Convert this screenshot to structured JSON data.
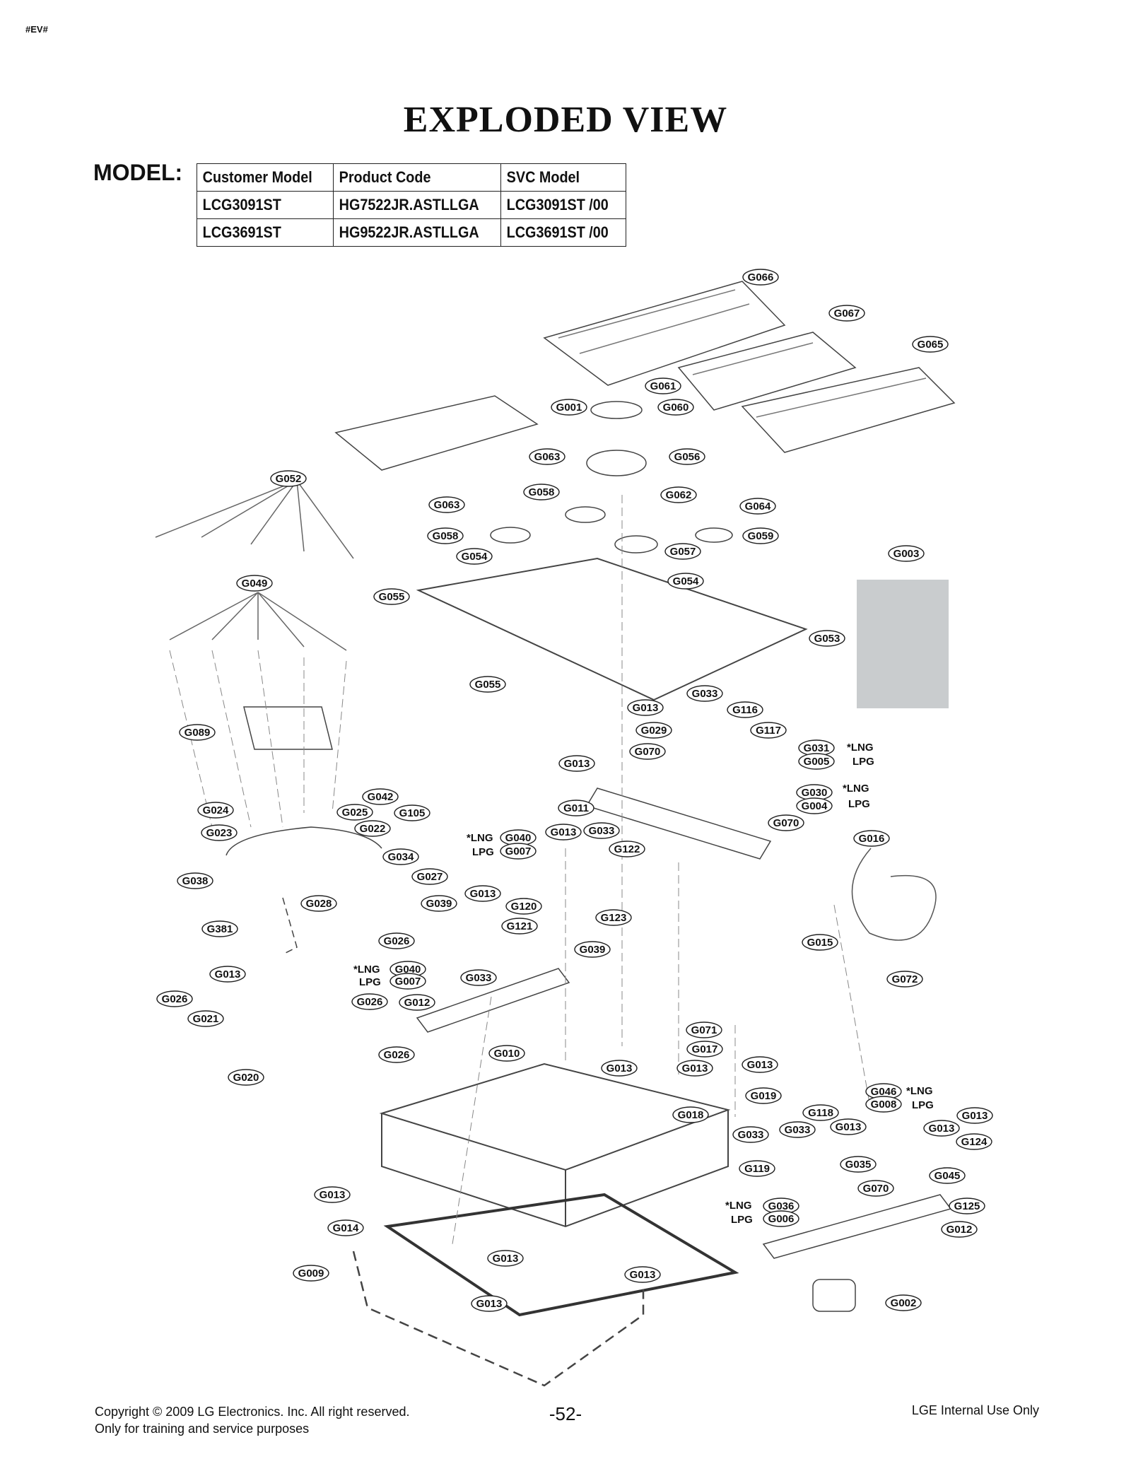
{
  "doc_tag": "#EV#",
  "title": "EXPLODED VIEW",
  "model_label": "MODEL:",
  "model_table": {
    "headers": [
      "Customer Model",
      "Product Code",
      "SVC Model"
    ],
    "rows": [
      [
        "LCG3091ST",
        "HG7522JR.ASTLLGA",
        "LCG3091ST /00"
      ],
      [
        "LCG3691ST",
        "HG9522JR.ASTLLGA",
        "LCG3691ST /00"
      ]
    ]
  },
  "callouts": [
    {
      "id": "c001",
      "label": "G066"
    },
    {
      "id": "c002",
      "label": "G067"
    },
    {
      "id": "c003",
      "label": "G065"
    },
    {
      "id": "c004",
      "label": "G061"
    },
    {
      "id": "c005",
      "label": "G001"
    },
    {
      "id": "c006",
      "label": "G060"
    },
    {
      "id": "c007",
      "label": "G056"
    },
    {
      "id": "c008",
      "label": "G063"
    },
    {
      "id": "c009",
      "label": "G058"
    },
    {
      "id": "c010",
      "label": "G062"
    },
    {
      "id": "c011",
      "label": "G063"
    },
    {
      "id": "c012",
      "label": "G064"
    },
    {
      "id": "c013",
      "label": "G058"
    },
    {
      "id": "c014",
      "label": "G059"
    },
    {
      "id": "c015",
      "label": "G057"
    },
    {
      "id": "c016",
      "label": "G054"
    },
    {
      "id": "c017",
      "label": "G054"
    },
    {
      "id": "c018",
      "label": "G003"
    },
    {
      "id": "c019",
      "label": "G052"
    },
    {
      "id": "c020",
      "label": "G049"
    },
    {
      "id": "c021",
      "label": "G055"
    },
    {
      "id": "c022",
      "label": "G053"
    },
    {
      "id": "c023",
      "label": "G055"
    },
    {
      "id": "c024",
      "label": "G013"
    },
    {
      "id": "c025",
      "label": "G033"
    },
    {
      "id": "c026",
      "label": "G116"
    },
    {
      "id": "c027",
      "label": "G029"
    },
    {
      "id": "c028",
      "label": "G117"
    },
    {
      "id": "c029",
      "label": "G089"
    },
    {
      "id": "c030",
      "label": "G070"
    },
    {
      "id": "c031",
      "label": "G031"
    },
    {
      "id": "c032",
      "label": "G005"
    },
    {
      "id": "c033",
      "label": "G013"
    },
    {
      "id": "c034",
      "label": "G030"
    },
    {
      "id": "c035",
      "label": "G004"
    },
    {
      "id": "c036",
      "label": "G042"
    },
    {
      "id": "c037",
      "label": "G011"
    },
    {
      "id": "c038",
      "label": "G024"
    },
    {
      "id": "c039",
      "label": "G025"
    },
    {
      "id": "c040",
      "label": "G070"
    },
    {
      "id": "c041",
      "label": "G105"
    },
    {
      "id": "c042",
      "label": "G022"
    },
    {
      "id": "c043",
      "label": "G023"
    },
    {
      "id": "c044",
      "label": "G040"
    },
    {
      "id": "c045",
      "label": "G007"
    },
    {
      "id": "c046",
      "label": "G013"
    },
    {
      "id": "c047",
      "label": "G033"
    },
    {
      "id": "c048",
      "label": "G016"
    },
    {
      "id": "c049",
      "label": "G122"
    },
    {
      "id": "c050",
      "label": "G034"
    },
    {
      "id": "c051",
      "label": "G038"
    },
    {
      "id": "c052",
      "label": "G027"
    },
    {
      "id": "c053",
      "label": "G013"
    },
    {
      "id": "c054",
      "label": "G028"
    },
    {
      "id": "c055",
      "label": "G039"
    },
    {
      "id": "c056",
      "label": "G120"
    },
    {
      "id": "c057",
      "label": "G123"
    },
    {
      "id": "c058",
      "label": "G381"
    },
    {
      "id": "c059",
      "label": "G121"
    },
    {
      "id": "c060",
      "label": "G015"
    },
    {
      "id": "c061",
      "label": "G026"
    },
    {
      "id": "c062",
      "label": "G039"
    },
    {
      "id": "c063",
      "label": "G040"
    },
    {
      "id": "c064",
      "label": "G007"
    },
    {
      "id": "c065",
      "label": "G013"
    },
    {
      "id": "c066",
      "label": "G033"
    },
    {
      "id": "c067",
      "label": "G072"
    },
    {
      "id": "c068",
      "label": "G026"
    },
    {
      "id": "c069",
      "label": "G026"
    },
    {
      "id": "c070",
      "label": "G012"
    },
    {
      "id": "c071",
      "label": "G021"
    },
    {
      "id": "c072",
      "label": "G071"
    },
    {
      "id": "c073",
      "label": "G017"
    },
    {
      "id": "c074",
      "label": "G026"
    },
    {
      "id": "c075",
      "label": "G010"
    },
    {
      "id": "c076",
      "label": "G013"
    },
    {
      "id": "c077",
      "label": "G013"
    },
    {
      "id": "c078",
      "label": "G013"
    },
    {
      "id": "c079",
      "label": "G020"
    },
    {
      "id": "c080",
      "label": "G019"
    },
    {
      "id": "c081",
      "label": "G046"
    },
    {
      "id": "c082",
      "label": "G008"
    },
    {
      "id": "c083",
      "label": "G118"
    },
    {
      "id": "c084",
      "label": "G018"
    },
    {
      "id": "c085",
      "label": "G013"
    },
    {
      "id": "c086",
      "label": "G033"
    },
    {
      "id": "c087",
      "label": "G013"
    },
    {
      "id": "c088",
      "label": "G033"
    },
    {
      "id": "c089",
      "label": "G013"
    },
    {
      "id": "c090",
      "label": "G124"
    },
    {
      "id": "c091",
      "label": "G035"
    },
    {
      "id": "c092",
      "label": "G119"
    },
    {
      "id": "c093",
      "label": "G045"
    },
    {
      "id": "c094",
      "label": "G013"
    },
    {
      "id": "c095",
      "label": "G070"
    },
    {
      "id": "c096",
      "label": "G036"
    },
    {
      "id": "c097",
      "label": "G006"
    },
    {
      "id": "c098",
      "label": "G125"
    },
    {
      "id": "c099",
      "label": "G014"
    },
    {
      "id": "c100",
      "label": "G012"
    },
    {
      "id": "c101",
      "label": "G013"
    },
    {
      "id": "c102",
      "label": "G009"
    },
    {
      "id": "c103",
      "label": "G013"
    },
    {
      "id": "c104",
      "label": "G013"
    },
    {
      "id": "c105",
      "label": "G002"
    }
  ],
  "gas_notes": [
    {
      "id": "n1",
      "top": "*LNG",
      "bottom": "LPG"
    },
    {
      "id": "n2",
      "top": "*LNG",
      "bottom": "LPG"
    },
    {
      "id": "n3",
      "top": "*LNG",
      "bottom": "LPG"
    },
    {
      "id": "n4",
      "top": "*LNG",
      "bottom": "LPG"
    },
    {
      "id": "n5",
      "top": "*LNG",
      "bottom": "LPG"
    },
    {
      "id": "n6",
      "top": "*LNG",
      "bottom": "LPG"
    }
  ],
  "footer": {
    "copyright": "Copyright © 2009 LG Electronics. Inc. All right reserved.",
    "training": "Only for training and service purposes",
    "page": "-52-",
    "internal": "LGE Internal Use Only"
  }
}
